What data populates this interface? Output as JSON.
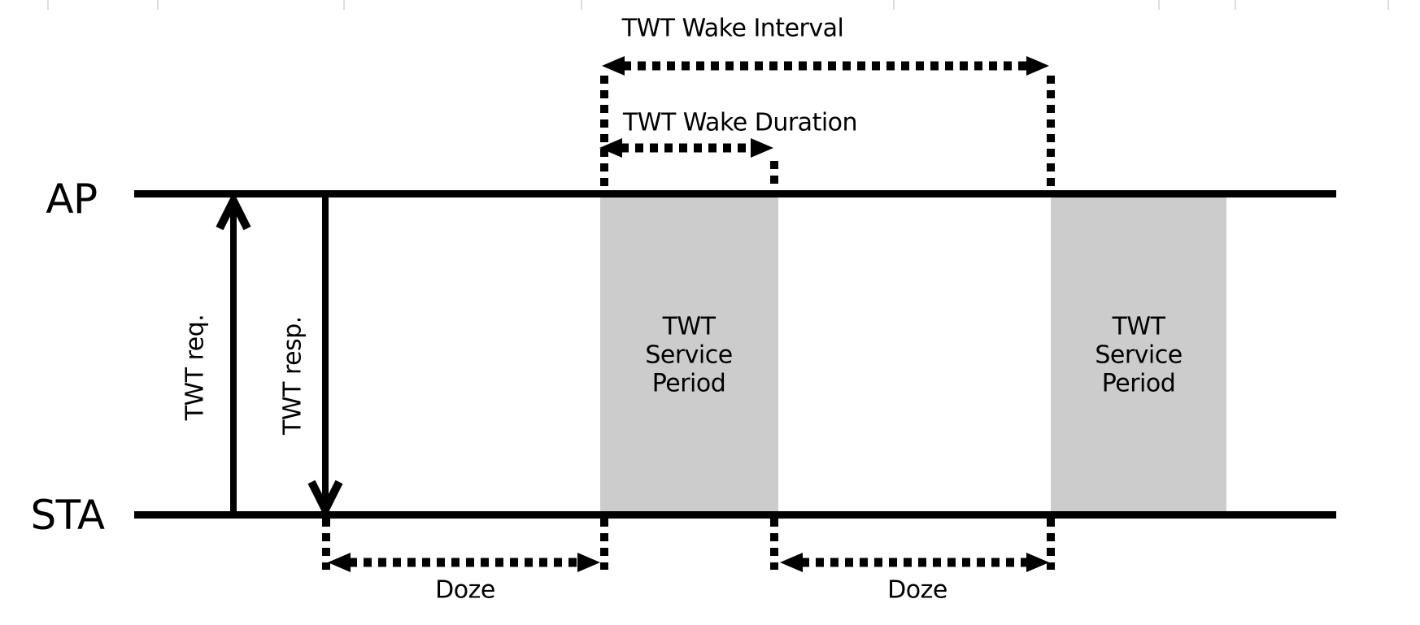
{
  "figure": {
    "background": "#ffffff",
    "colors": {
      "line": "#000000",
      "text": "#000000",
      "service_period_fill": "#cccccc",
      "top_tick": "#dddddd"
    },
    "timelines": {
      "ap_label": "AP",
      "sta_label": "STA"
    },
    "messages": {
      "request_label": "TWT req.",
      "response_label": "TWT resp."
    },
    "measurements": {
      "wake_interval_label": "TWT Wake Interval",
      "wake_duration_label": "TWT Wake Duration",
      "doze_left_label": "Doze",
      "doze_right_label": "Doze"
    },
    "service_periods": {
      "first": {
        "lines": [
          "TWT",
          "Service",
          "Period"
        ]
      },
      "second": {
        "lines": [
          "TWT",
          "Service",
          "Period"
        ]
      }
    },
    "artifact_ticks_x": [
      58,
      193,
      422,
      714,
      1098,
      1424,
      1518,
      1706
    ]
  }
}
